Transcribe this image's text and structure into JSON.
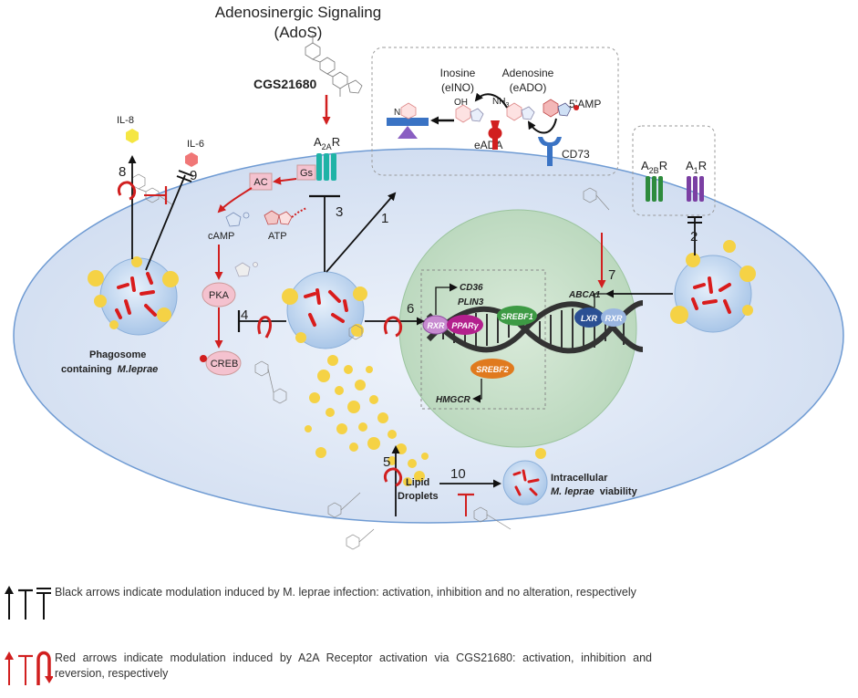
{
  "title": "Adenosinergic Signaling",
  "subtitle": "(AdoS)",
  "agonist": "CGS21680",
  "receptors": {
    "a2a": "A",
    "a2a_sub": "2A",
    "a2a_r": "R",
    "a2b": "A",
    "a2b_sub": "2B",
    "a2b_r": "R",
    "a1": "A",
    "a1_sub": "1",
    "a1_r": "R"
  },
  "extracellular": {
    "inosine": "Inosine",
    "inosine_abbr": "(eINO)",
    "adenosine": "Adenosine",
    "adenosine_abbr": "(eADO)",
    "oh": "OH",
    "nh3": "NH",
    "nh3_sub": "3",
    "amp": "5’AMP",
    "eada": "eADA",
    "cd73": "CD73"
  },
  "signaling": {
    "gs": "Gs",
    "ac": "AC",
    "camp": "cAMP",
    "atp": "ATP",
    "pka": "PKA",
    "creb": "CREB"
  },
  "cytokines": {
    "il8": "IL-8",
    "il6": "IL-6"
  },
  "nucleus": {
    "cd36": "CD36",
    "plin3": "PLIN3",
    "rxr": "RXR",
    "ppar": "PPARγ",
    "srebf1": "SREBF1",
    "srebf2": "SREBF2",
    "hmgcr": "HMGCR",
    "lxr": "LXR",
    "rxr2": "RXR",
    "abca1": "ABCA1"
  },
  "labels": {
    "phagosome_line1": "Phagosome",
    "phagosome_line2": "containing",
    "phagosome_species": "M.leprae",
    "lipid_line1": "Lipid",
    "lipid_line2": "Droplets",
    "viability_line1": "Intracellular",
    "viability_species": "M. leprae",
    "viability_word": "viability"
  },
  "steps": [
    "1",
    "2",
    "3",
    "4",
    "5",
    "6",
    "7",
    "8",
    "9",
    "10"
  ],
  "legend": {
    "black_text": "Black arrows indicate modulation induced by M. leprae infection: activation, inhibition and no alteration, respectively",
    "red_text": "Red arrows indicate modulation induced by A2A Receptor activation via CGS21680: activation, inhibition and reversion, respectively"
  },
  "colors": {
    "cell_fill": "#dfe9f7",
    "cell_border": "#6f9bd3",
    "nucleus_fill": "#c7e0c8",
    "activation_red": "#d11f1f",
    "lipid_yellow": "#f5d245",
    "bacillus_red": "#d91c1c",
    "a2a_teal": "#1fb3a6",
    "a2b_green": "#2e8b3d",
    "a1_purple": "#7b3fa3",
    "cd73_blue": "#3a73c4",
    "ppar_magenta": "#b3208d",
    "srebf_green": "#3d9a44",
    "srebf2_orange": "#e07a1e",
    "lxr_navy": "#2b4f93",
    "rxr_light": "#9ab6e0",
    "pink_box": "#f4c2cf"
  }
}
